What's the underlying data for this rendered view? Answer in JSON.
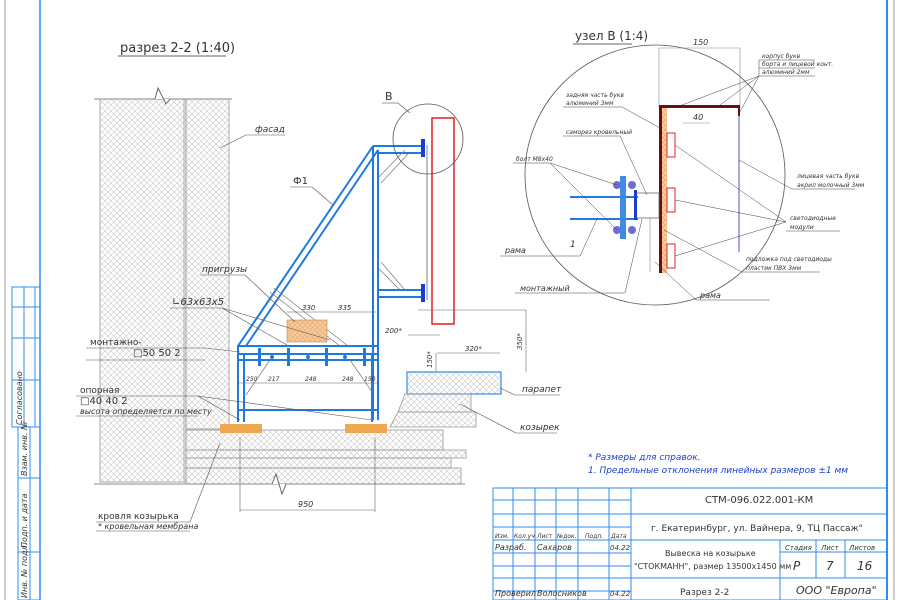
{
  "section": {
    "title": "разрез 2-2  (1:40)",
    "labels": {
      "facade": "фасад",
      "bubble": "В",
      "frame": "Ф1",
      "weights": "пригрузы",
      "angle": "∟63х63х5",
      "mounting": "монтажно-",
      "mounting_profile": "□50 50 2",
      "support": "опорная",
      "support_profile": "□40 40 2",
      "support_note": "высота определяется по месту",
      "parapet": "парапет",
      "canopy": "козырек",
      "roof": "кровля козырька",
      "roof_note": "* кровельная мембрана"
    },
    "dimensions": {
      "top_a": "330",
      "top_b": "335",
      "d200": "200*",
      "d320": "320*",
      "d350": "350*",
      "d150": "150*",
      "bottom": [
        "250",
        "217",
        "248",
        "248",
        "150"
      ],
      "d950": "950"
    }
  },
  "detail": {
    "title": "узел В (1:4)",
    "dim_150": "150",
    "dim_40": "40",
    "callouts": {
      "body": [
        "корпус букв",
        "борта и лицевой конт.",
        "алюминий 2мм"
      ],
      "back": [
        "задняя часть букв",
        "алюминий 3мм"
      ],
      "screw": "саморез кровельный",
      "bolt": "болт М8х40",
      "frame": "рама",
      "frame_num": "1",
      "mounting": "монтажный",
      "face": [
        "лицевая часть букв",
        "акрил молочный 3мм"
      ],
      "led": [
        "светодиодные",
        "модули"
      ],
      "substrate": [
        "подложка под светодиоды",
        "пластик ПВХ 3мм"
      ],
      "frame2": "рама"
    }
  },
  "notes": {
    "note1": "* Размеры для справок.",
    "note2": "1. Предельные отклонения линейных размеров ±1 мм"
  },
  "side_stamp": {
    "agreed": "Согласовано",
    "inv_repl": "Взам. инв. №",
    "sign_date": "Подп. и дата",
    "inv_orig": "Инв. № подл."
  },
  "title_block": {
    "code": "СТМ-096.022.001-КМ",
    "address": "г. Екатеринбург, ул. Вайнера, 9, ТЦ Пассаж\"",
    "headers": [
      "Изм.",
      "Кол.уч",
      "Лист",
      "№док.",
      "Подп.",
      "Дата"
    ],
    "developed_label": "Разраб.",
    "developed_by": "Сахаров",
    "developed_date": "04.22",
    "checked_label": "Проверил",
    "checked_by": "Волосников",
    "checked_date": "04.22",
    "object_line1": "Вывеска на козырьке",
    "object_line2": "\"СТОКМАНН\", размер 13500x1450 мм",
    "stage_label": "Стадия",
    "sheet_label": "Лист",
    "sheets_label": "Листов",
    "stage": "Р",
    "sheet": "7",
    "sheets": "16",
    "sheet_title": "Разрез 2-2",
    "company": "ООО \"Европа\""
  },
  "colors": {
    "frame_blue": "#1f7ae0",
    "sign_red": "#e02020",
    "hatch": "#b5b5b5",
    "weight_fill": "#f3c79a",
    "note_blue": "#1a3fd0",
    "dark_red": "#6a0f0f"
  }
}
